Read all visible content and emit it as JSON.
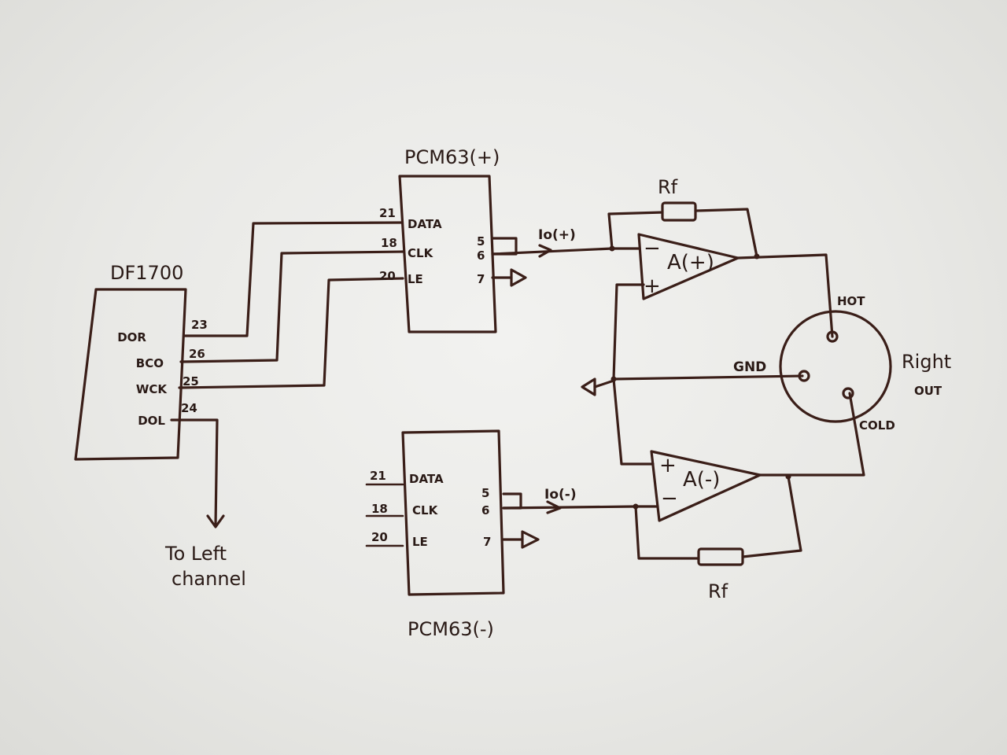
{
  "chips": {
    "df1700": {
      "title": "DF1700",
      "pins": [
        {
          "name": "DOR",
          "num": "23"
        },
        {
          "name": "BCO",
          "num": "26"
        },
        {
          "name": "WCK",
          "num": "25"
        },
        {
          "name": "DOL",
          "num": "24"
        }
      ]
    },
    "pcm_plus": {
      "title": "PCM63(+)",
      "left_pins": [
        {
          "name": "DATA",
          "num": "21"
        },
        {
          "name": "CLK",
          "num": "18"
        },
        {
          "name": "LE",
          "num": "20"
        }
      ],
      "right_pins": [
        "5",
        "6",
        "7"
      ]
    },
    "pcm_minus": {
      "title": "PCM63(-)",
      "left_pins": [
        {
          "name": "DATA",
          "num": "21"
        },
        {
          "name": "CLK",
          "num": "18"
        },
        {
          "name": "LE",
          "num": "20"
        }
      ],
      "right_pins": [
        "5",
        "6",
        "7"
      ]
    }
  },
  "opamps": {
    "plus": {
      "label": "A(+)",
      "inv": "−",
      "noninv": "+"
    },
    "minus": {
      "label": "A(-)",
      "inv": "−",
      "noninv": "+"
    }
  },
  "resistors": {
    "top": "Rf",
    "bottom": "Rf"
  },
  "signals": {
    "io_plus": "Io(+)",
    "io_minus": "Io(-)"
  },
  "connector": {
    "hot": "HOT",
    "gnd": "GND",
    "cold": "COLD",
    "label_line1": "Right",
    "label_line2": "OUT"
  },
  "notes": {
    "left_line1": "To Left",
    "left_line2": "channel"
  },
  "ink_color": "#3a1e18",
  "paper_color": "#eeeeeb"
}
